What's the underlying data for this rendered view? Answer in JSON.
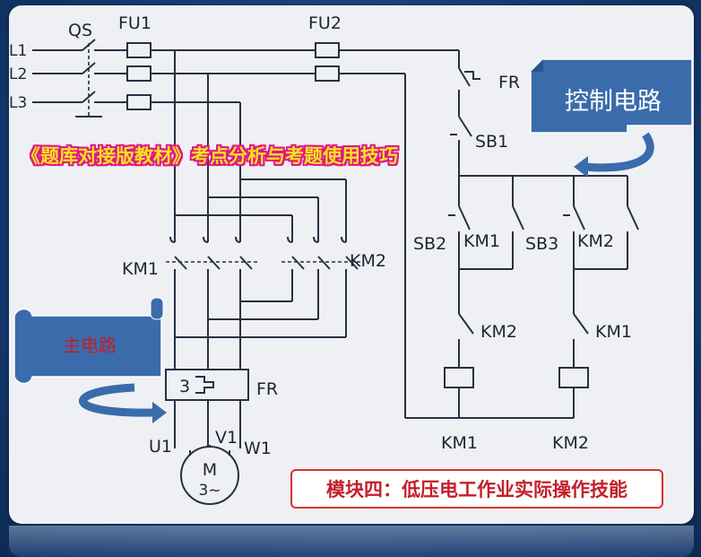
{
  "labels": {
    "qs": "QS",
    "fu1": "FU1",
    "fu2": "FU2",
    "l1": "L1",
    "l2": "L2",
    "l3": "L3",
    "fr_top": "FR",
    "sb1": "SB1",
    "sb2": "SB2",
    "km1_aux": "KM1",
    "sb3": "SB3",
    "km2_aux": "KM2",
    "km2_interlock": "KM2",
    "km1_interlock": "KM1",
    "km1_main": "KM1",
    "km2_main": "KM2",
    "coil_km1": "KM1",
    "coil_km2": "KM2",
    "fr_main": "FR",
    "fr_three": "3",
    "u1": "U1",
    "v1": "V1",
    "w1": "W1",
    "motor_m": "M",
    "motor_ac": "3~"
  },
  "overlay_title": "《题库对接版教材》考点分析与考题使用技巧",
  "callouts": {
    "control_circuit": "控制电路",
    "main_circuit": "主电路"
  },
  "module_banner": "模块四：低压电工作业实际操作技能",
  "colors": {
    "background": "#163f78",
    "panel": "#eef0f4",
    "wire": "#2a2f44",
    "callout_fill": "#3a6cab",
    "title_fill": "#f5e31c",
    "title_outline": "#e0178a",
    "banner_text": "#c41e2a",
    "banner_border": "#d9302b"
  }
}
